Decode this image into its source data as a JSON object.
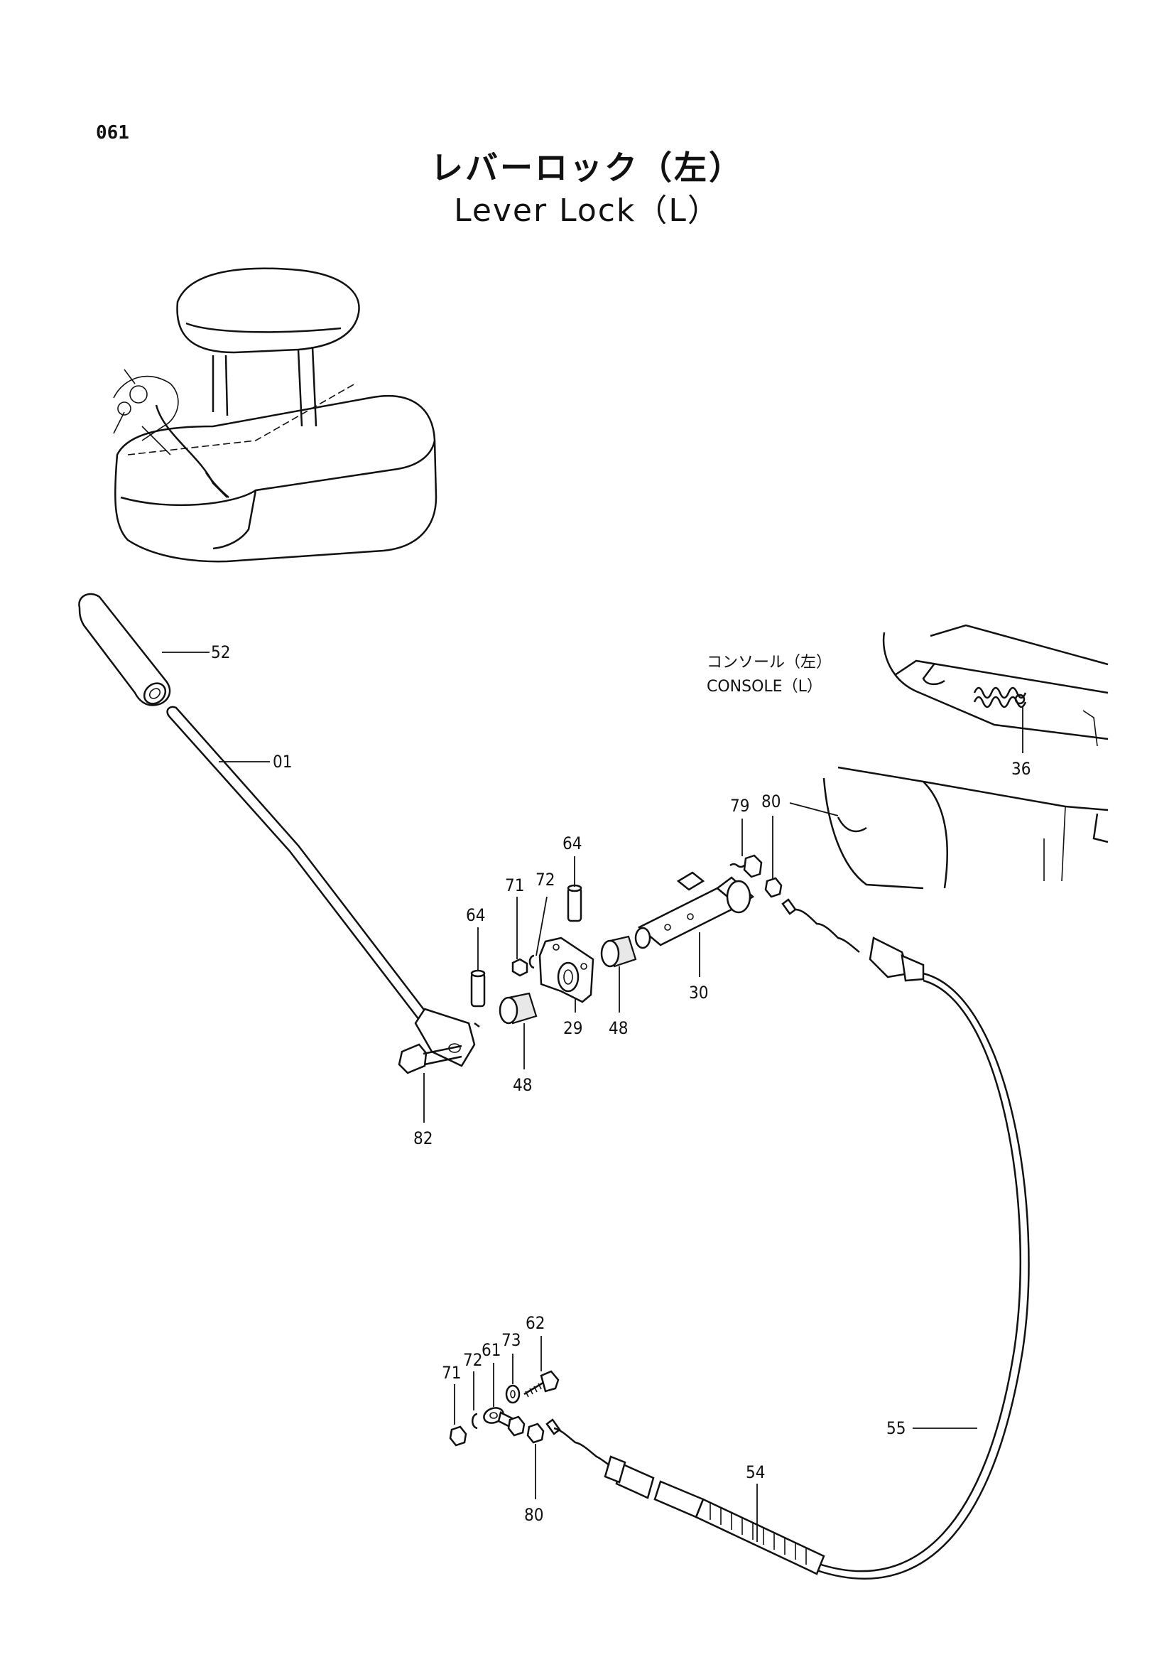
{
  "page": {
    "number": "061",
    "title_jp": "レバーロック（左）",
    "title_en": "Lever Lock（L）"
  },
  "console_label": {
    "jp": "コンソール（左）",
    "en": "CONSOLE（L）"
  },
  "callouts": [
    {
      "id": "c52",
      "text": "52"
    },
    {
      "id": "c01",
      "text": "01"
    },
    {
      "id": "c36",
      "text": "36"
    },
    {
      "id": "c79",
      "text": "79"
    },
    {
      "id": "c80a",
      "text": "80"
    },
    {
      "id": "c64a",
      "text": "64"
    },
    {
      "id": "c71a",
      "text": "71"
    },
    {
      "id": "c72a",
      "text": "72"
    },
    {
      "id": "c64b",
      "text": "64"
    },
    {
      "id": "c30",
      "text": "30"
    },
    {
      "id": "c29",
      "text": "29"
    },
    {
      "id": "c48a",
      "text": "48"
    },
    {
      "id": "c48b",
      "text": "48"
    },
    {
      "id": "c82",
      "text": "82"
    },
    {
      "id": "c62",
      "text": "62"
    },
    {
      "id": "c73",
      "text": "73"
    },
    {
      "id": "c61",
      "text": "61"
    },
    {
      "id": "c72b",
      "text": "72"
    },
    {
      "id": "c71b",
      "text": "71"
    },
    {
      "id": "c80b",
      "text": "80"
    },
    {
      "id": "c54",
      "text": "54"
    },
    {
      "id": "c55",
      "text": "55"
    }
  ]
}
